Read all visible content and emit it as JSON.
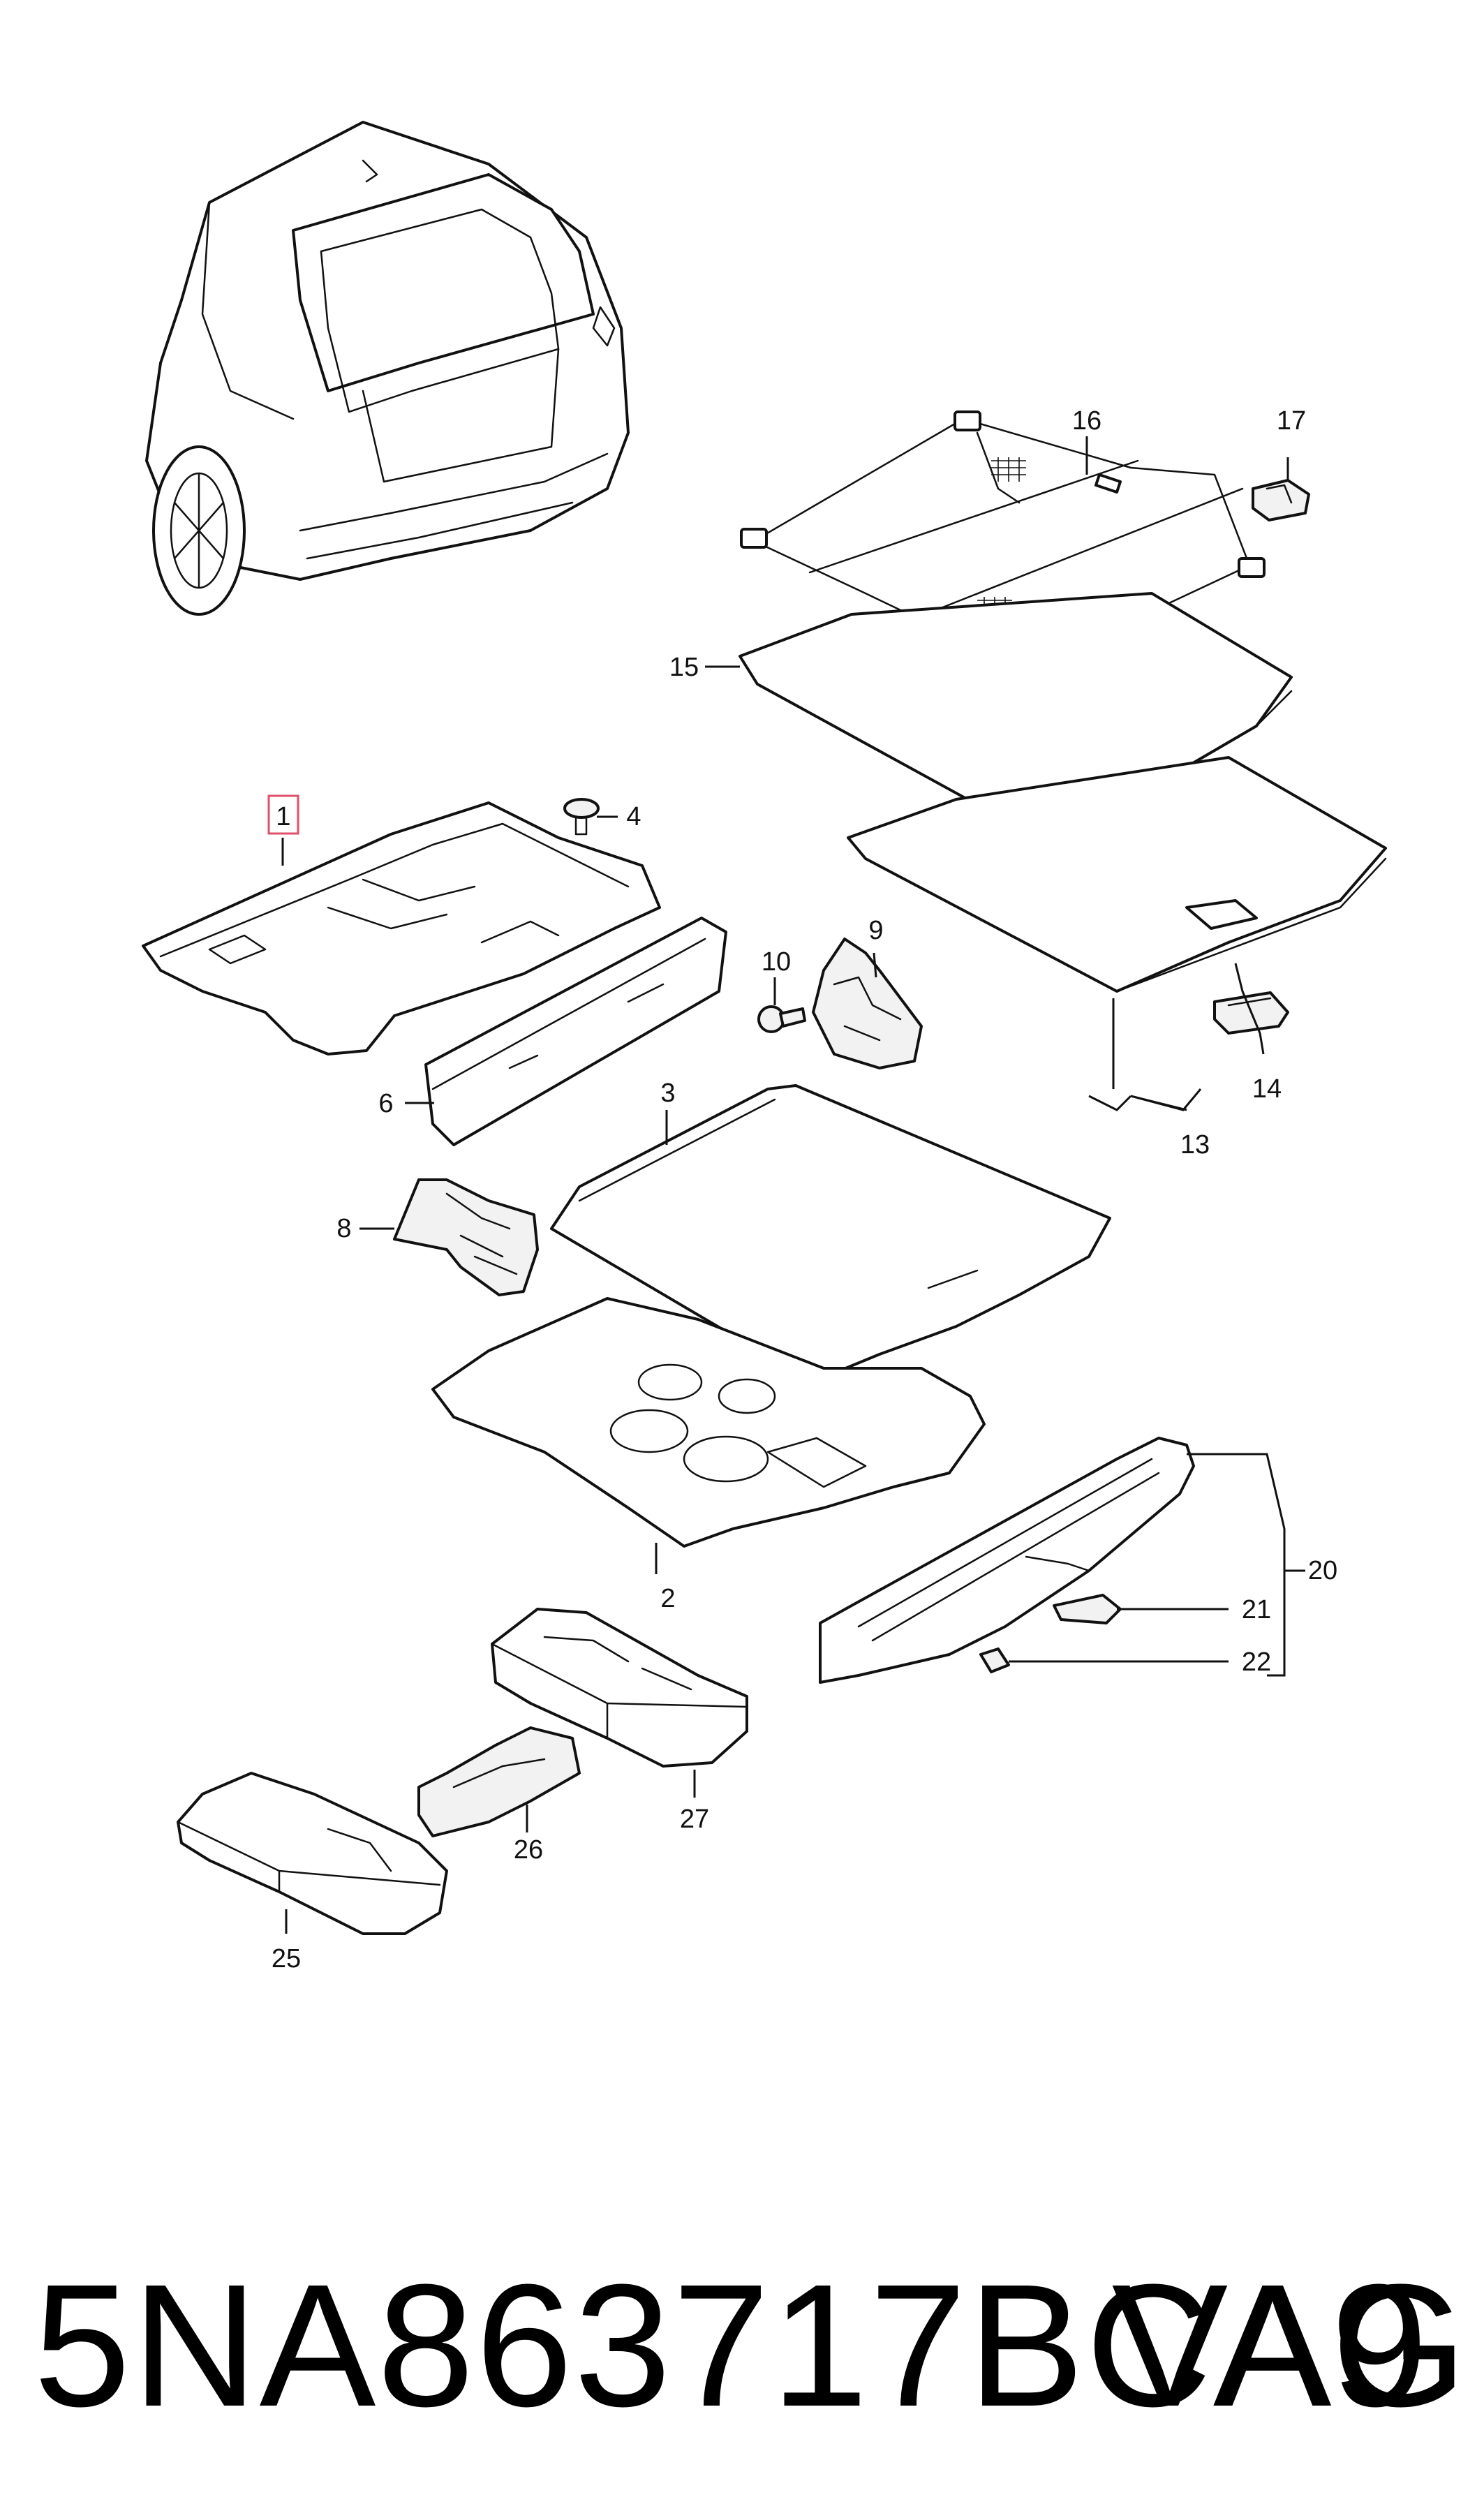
{
  "diagram": {
    "callouts": {
      "c1": "1",
      "c2": "2",
      "c3": "3",
      "c4": "4",
      "c6": "6",
      "c8": "8",
      "c9": "9",
      "c10": "10",
      "c13": "13",
      "c14": "14",
      "c15": "15",
      "c16": "16",
      "c17": "17",
      "c20": "20",
      "c21": "21",
      "c22": "22",
      "c25": "25",
      "c26": "26",
      "c27": "27"
    },
    "highlighted_callout": "1"
  },
  "footer": {
    "part_number": "5NA863717BCA9",
    "brand": "VAG"
  },
  "colors": {
    "line": "#111111",
    "highlight": "#e0506a",
    "background": "#ffffff"
  }
}
